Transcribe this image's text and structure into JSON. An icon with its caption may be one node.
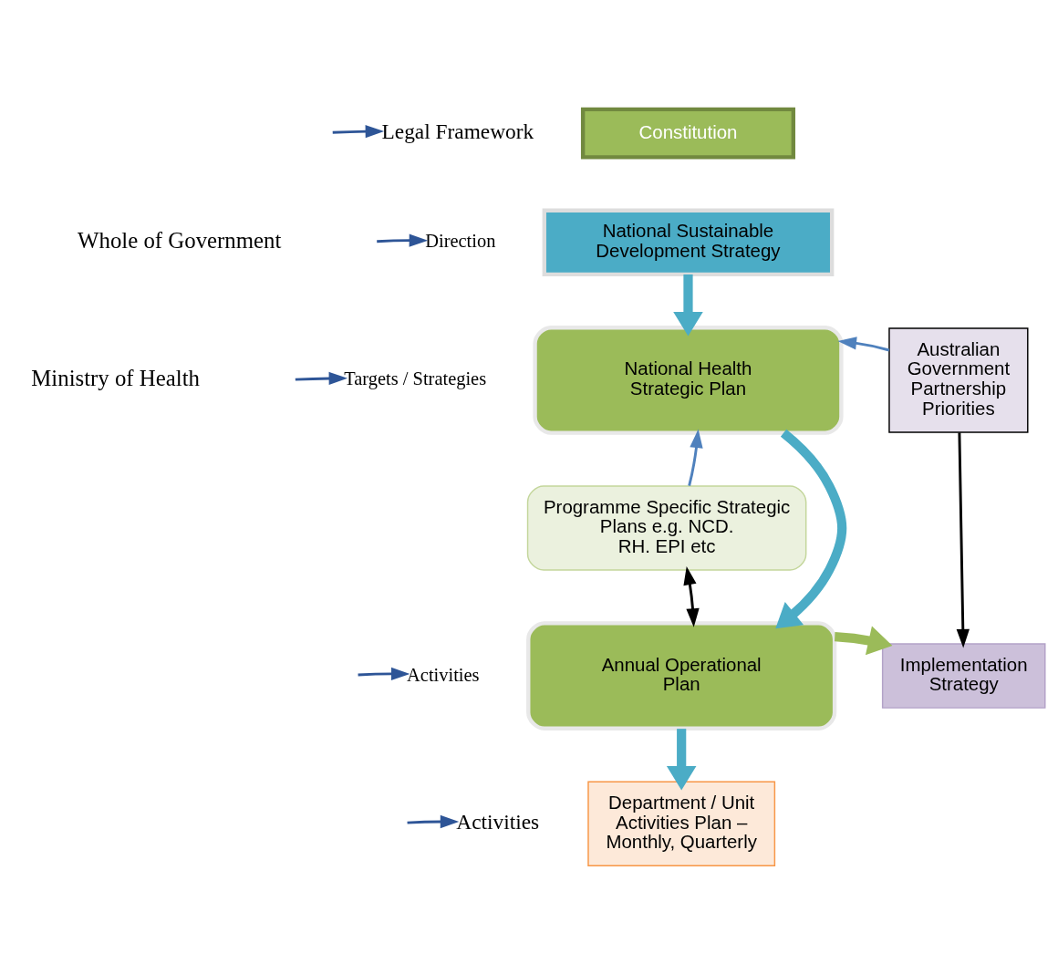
{
  "diagram": {
    "nodes": [
      {
        "text": [
          "Constitution"
        ]
      },
      {
        "text": [
          "National Sustainable Development Strategy"
        ]
      },
      {
        "text": [
          "National Health Strategic Plan"
        ]
      },
      {
        "text": [
          "Australian Government Partnership Priorities"
        ]
      },
      {
        "text": [
          "Programme Specific Strategic Plans e.g. NCD. RH. EPI etc"
        ]
      },
      {
        "text": [
          "Annual Operational Plan"
        ]
      },
      {
        "text": [
          "Implementation Strategy"
        ]
      },
      {
        "text": [
          "Department / Unit Activities Plan – Monthly, Quarterly"
        ]
      },
      {
        "text": [
          "Legal Framework"
        ]
      },
      {
        "text": [
          "Direction"
        ]
      },
      {
        "text": [
          "Targets / Strategies"
        ]
      },
      {
        "text": [
          "Activities"
        ]
      },
      {
        "text": [
          "Activities"
        ]
      }
    ],
    "edges": [
      {
        "from": 1,
        "to": 2,
        "arrow": "to",
        "style": "thick",
        "color": "#4bacc6"
      },
      {
        "from": 2,
        "to": 5,
        "arrow": "to",
        "style": "thick",
        "color": "#4bacc6"
      },
      {
        "from": 5,
        "to": 7,
        "arrow": "to",
        "style": "thick",
        "color": "#4bacc6"
      },
      {
        "from": 3,
        "to": 2,
        "arrow": "to",
        "color": "#4f81bd"
      },
      {
        "from": 4,
        "to": 2,
        "arrow": "to",
        "color": "#4f81bd"
      },
      {
        "from": 4,
        "to": 5,
        "arrow": "both",
        "color": "#000000"
      },
      {
        "from": 3,
        "to": 6,
        "arrow": "to",
        "color": "#000000"
      },
      {
        "from": 5,
        "to": 6,
        "arrow": "to",
        "style": "thick",
        "color": "#9bbb59"
      },
      {
        "from": null,
        "to": 8,
        "arrow": "to",
        "color": "#2e5597"
      },
      {
        "from": null,
        "to": 9,
        "arrow": "to",
        "color": "#2e5597"
      },
      {
        "from": null,
        "to": 10,
        "arrow": "to",
        "color": "#2e5597"
      },
      {
        "from": null,
        "to": 11,
        "arrow": "to",
        "color": "#2e5597"
      },
      {
        "from": null,
        "to": 12,
        "arrow": "to",
        "color": "#2e5597"
      }
    ],
    "labels": [
      "Whole of Government",
      "Ministry of Health"
    ]
  }
}
